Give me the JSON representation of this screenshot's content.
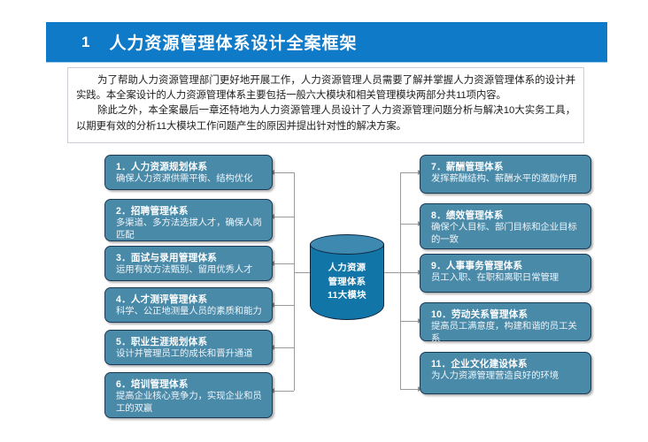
{
  "header": {
    "number": "1",
    "title": "人力资源管理体系设计全案框架"
  },
  "intro": {
    "paragraph1": "为了帮助人力资源管理部门更好地开展工作，人力资源管理人员需要了解并掌握人力资源管理体系的设计并实践。本全案设计的人力资源管理体系主要包括一般六大模块和相关管理模块两部分共11项内容。",
    "paragraph2": "除此之外，本全案最后一章还特地为人力资源管理人员设计了人力资源管理问题分析与解决10大实务工具，以期更有效的分析11大模块工作问题产生的原因并提出针对性的解决方案。"
  },
  "center": {
    "line1": "人力资源",
    "line2": "管理体系",
    "line3": "11大模块"
  },
  "left_modules": [
    {
      "title": "1．人力资源规划体系",
      "desc": "确保人力资源供需平衡、结构优化"
    },
    {
      "title": "2．招聘管理体系",
      "desc": "多渠道、多方法选拔人才，确保人岗匹配"
    },
    {
      "title": "3．面试与录用管理体系",
      "desc": "运用有效方法甄别、留用优秀人才"
    },
    {
      "title": "4．人才测评管理体系",
      "desc": "科学、公正地测量人员的素质和能力"
    },
    {
      "title": "5．职业生涯规划体系",
      "desc": "设计并管理员工的成长和晋升通道"
    },
    {
      "title": "6．培训管理体系",
      "desc": "提高企业核心竞争力，实现企业和员工的双赢"
    }
  ],
  "right_modules": [
    {
      "title": "7．薪酬管理体系",
      "desc": "发挥薪酬结构、薪酬水平的激励作用"
    },
    {
      "title": "8．绩效管理体系",
      "desc": "确保个人目标、部门目标和企业目标的一致"
    },
    {
      "title": "9．人事事务管理体系",
      "desc": "员工入职、在职和离职日常管理"
    },
    {
      "title": "10．劳动关系管理体系",
      "desc": "提高员工满意度，构建和谐的员工关系"
    },
    {
      "title": "11．企业文化建设体系",
      "desc": "为人力资源管理营造良好的环境"
    }
  ],
  "colors": {
    "header_blue": "#0f7ac8",
    "box_fill": "#4a8aa9",
    "box_border": "#1b3a57",
    "cylinder_body": "#1275a8",
    "cylinder_top": "#3d89b0",
    "connector": "#9a9a9a"
  }
}
